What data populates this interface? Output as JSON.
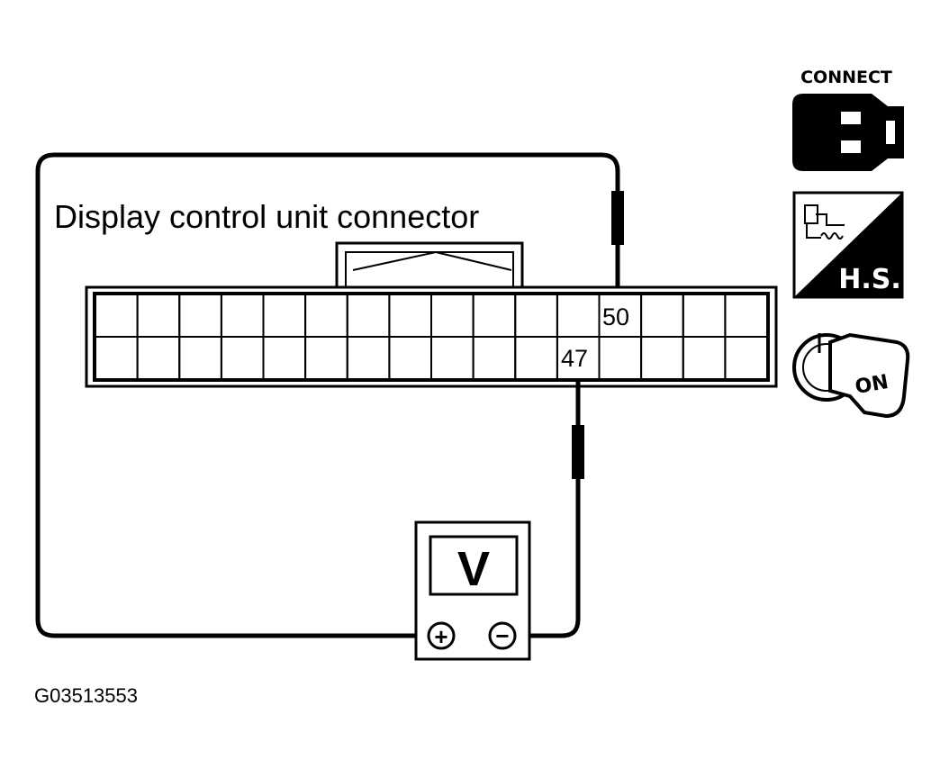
{
  "connector": {
    "title": "Display control unit connector",
    "pins": {
      "upper": "50",
      "lower": "47"
    }
  },
  "meter": {
    "symbol": "V",
    "positive": "+",
    "negative": "−"
  },
  "icons": {
    "connect_label": "CONNECT",
    "hs_label": "H.S.",
    "ignition_label": "ON"
  },
  "figure_id": "G03513553",
  "colors": {
    "ink": "#000000",
    "background": "#ffffff"
  }
}
